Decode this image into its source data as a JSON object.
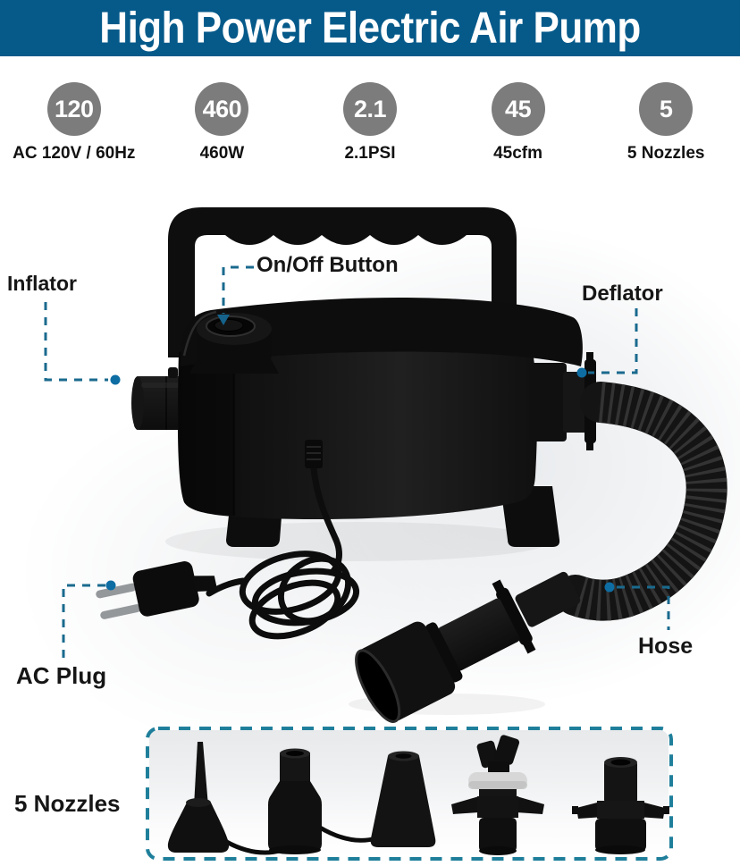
{
  "header": {
    "title": "High Power Electric Air Pump"
  },
  "specs": [
    {
      "badge": "120",
      "caption": "AC 120V / 60Hz"
    },
    {
      "badge": "460",
      "caption": "460W"
    },
    {
      "badge": "2.1",
      "caption": "2.1PSI"
    },
    {
      "badge": "45",
      "caption": "45cfm"
    },
    {
      "badge": "5",
      "caption": "5 Nozzles"
    }
  ],
  "callouts": {
    "inflator": "Inflator",
    "on_off_button": "On/Off Button",
    "deflator": "Deflator",
    "ac_plug": "AC Plug",
    "hose": "Hose",
    "nozzles": "5 Nozzles"
  },
  "colors": {
    "header_bg": "#055a8a",
    "badge_gray": "#7c7c7c",
    "leader_teal": "#1a6a8e",
    "dot_blue": "#0e6da3",
    "box_teal": "#1f7f9b",
    "product_black": "#121212"
  }
}
